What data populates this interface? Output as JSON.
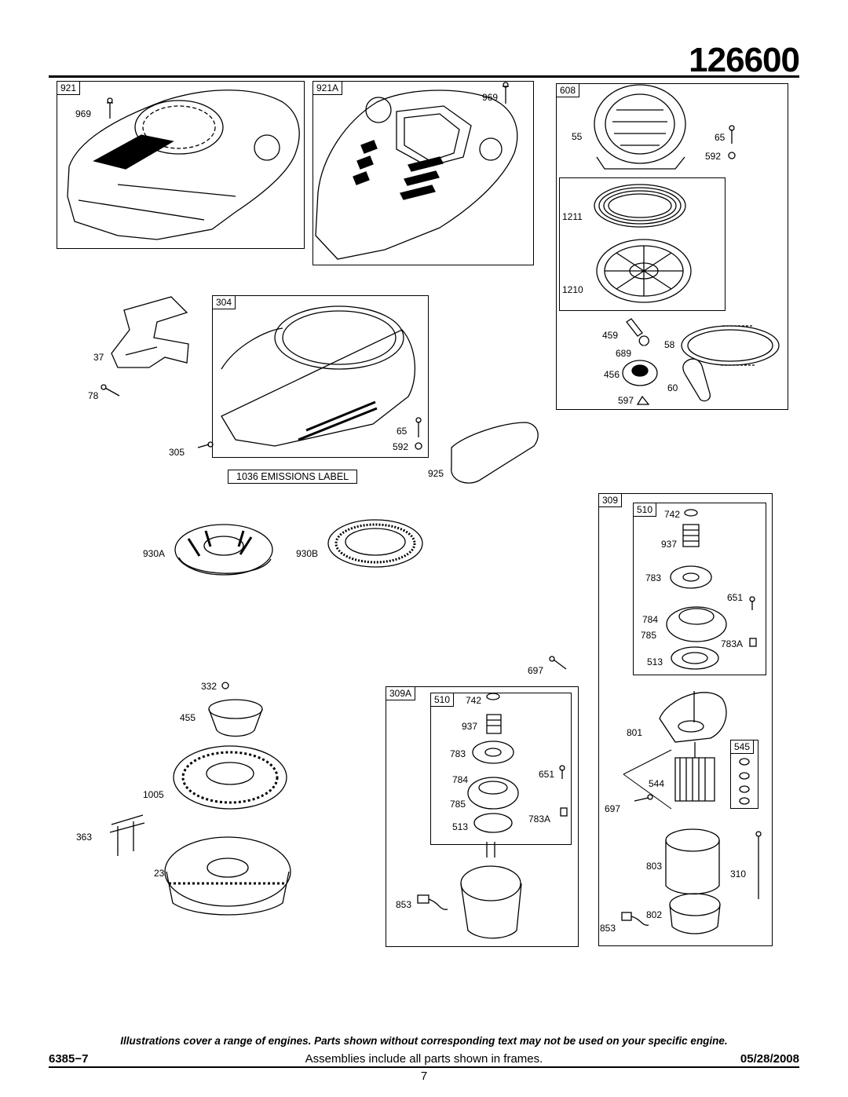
{
  "header": {
    "model": "126600"
  },
  "frames": {
    "f921": "921",
    "f921A": "921A",
    "f608": "608",
    "f304": "304",
    "f309": "309",
    "f510a": "510",
    "f309A": "309A",
    "f510b": "510",
    "f545": "545"
  },
  "emissions_label": "1036 EMISSIONS LABEL",
  "callouts": {
    "c969a": "969",
    "c969b": "969",
    "c55": "55",
    "c65a": "65",
    "c592a": "592",
    "c1211": "1211",
    "c1210": "1210",
    "c459": "459",
    "c58": "58",
    "c689": "689",
    "c456": "456",
    "c60": "60",
    "c597": "597",
    "c37": "37",
    "c78": "78",
    "c65b": "65",
    "c592b": "592",
    "c305": "305",
    "c925": "925",
    "c930A": "930A",
    "c930B": "930B",
    "c742a": "742",
    "c937a": "937",
    "c783a": "783",
    "c651a": "651",
    "c784a": "784",
    "c785a": "785",
    "c783Aa": "783A",
    "c513a": "513",
    "c697a": "697",
    "c332": "332",
    "c455": "455",
    "c1005": "1005",
    "c363": "363",
    "c23": "23",
    "c742b": "742",
    "c937b": "937",
    "c783b": "783",
    "c651b": "651",
    "c784b": "784",
    "c785b": "785",
    "c783Ab": "783A",
    "c513b": "513",
    "c853a": "853",
    "c801": "801",
    "c544": "544",
    "c697b": "697",
    "c803": "803",
    "c310": "310",
    "c802": "802",
    "c853b": "853"
  },
  "footer": {
    "disclaimer": "Illustrations cover a range of engines. Parts shown without corresponding text may not be used on your specific engine.",
    "doc_id": "6385−7",
    "note": "Assemblies include all parts shown in frames.",
    "date": "05/28/2008",
    "page": "7"
  }
}
